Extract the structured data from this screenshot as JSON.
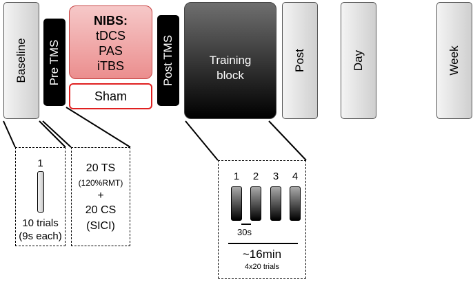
{
  "blocks": {
    "baseline": "Baseline",
    "pre_tms": "Pre TMS",
    "post_tms": "Post TMS",
    "post": "Post",
    "day": "Day",
    "week": "Week"
  },
  "nibs": {
    "title": "NIBS:",
    "items": [
      "tDCS",
      "PAS",
      "iTBS"
    ],
    "sham": "Sham"
  },
  "training": {
    "line1": "Training",
    "line2": "block"
  },
  "baseline_detail": {
    "trial_number": "1",
    "line1": "10 trials",
    "line2": "(9s each)"
  },
  "tms_detail": {
    "ts": "20 TS",
    "rmt": "(120%RMT)",
    "plus": "+",
    "cs": "20 CS",
    "sici": "(SICI)"
  },
  "training_detail": {
    "numbers": [
      "1",
      "2",
      "3",
      "4"
    ],
    "scale_label": "30s",
    "duration": "~16min",
    "trials": "4x20 trials"
  }
}
